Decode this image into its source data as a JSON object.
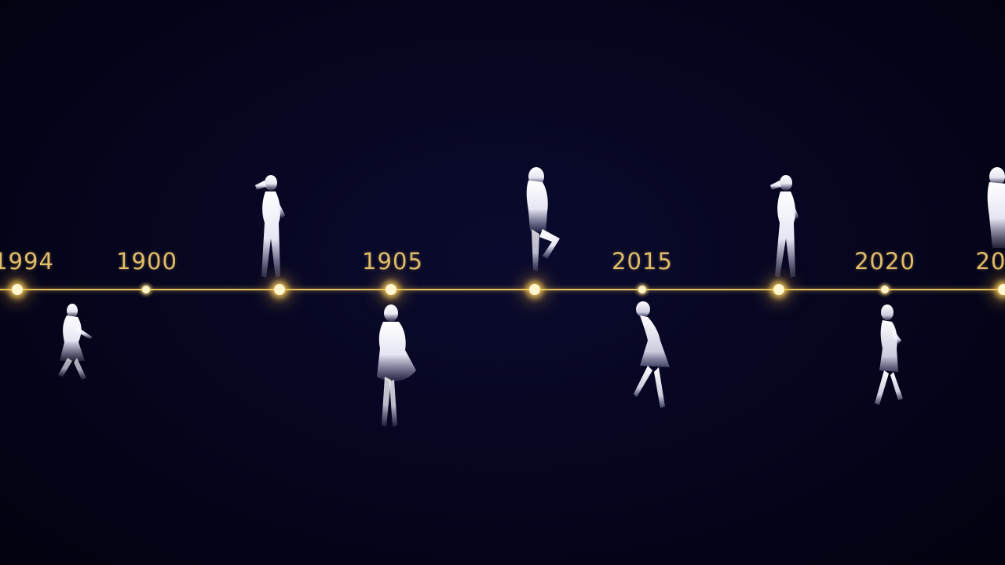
{
  "timeline": {
    "years": [
      {
        "label": "1994"
      },
      {
        "label": "1900"
      },
      {
        "label": "1905"
      },
      {
        "label": "2015"
      },
      {
        "label": "2020"
      },
      {
        "label": "20"
      }
    ],
    "figures": [
      {
        "icon": "walking-woman-silhouette-icon"
      },
      {
        "icon": "posing-woman-silhouette-icon"
      },
      {
        "icon": "woman-in-dress-silhouette-icon"
      },
      {
        "icon": "seated-woman-silhouette-icon"
      },
      {
        "icon": "woman-in-skirt-silhouette-icon"
      },
      {
        "icon": "posing-woman-silhouette-icon"
      },
      {
        "icon": "woman-in-coat-silhouette-icon"
      },
      {
        "icon": "posing-woman-silhouette-icon"
      }
    ]
  },
  "colors": {
    "background": "#04041c",
    "accent": "#e2bd67",
    "silhouette": "#ffffff"
  }
}
